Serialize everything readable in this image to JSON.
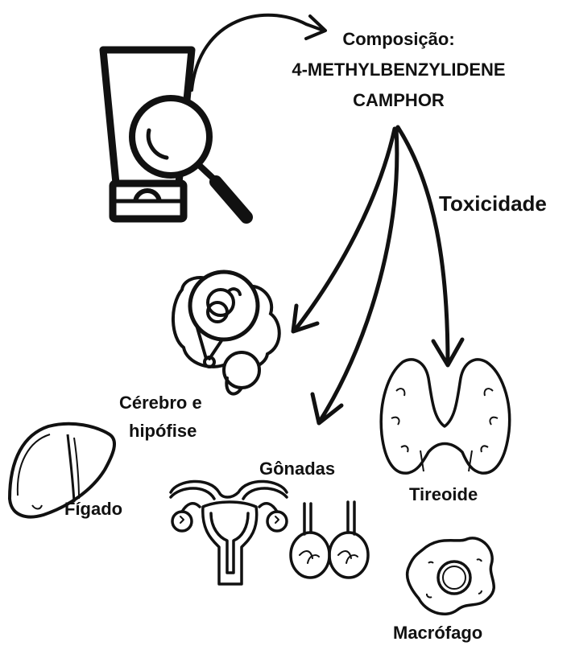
{
  "composition": {
    "line1": "Composição:",
    "line2": "4-METHYLBENZYLIDENE",
    "line3": "CAMPHOR"
  },
  "toxicity_label": "Toxicidade",
  "targets": {
    "brain": {
      "line1": "Cérebro e",
      "line2": "hipófise",
      "icon": "brain-pituitary-icon"
    },
    "liver": {
      "label": "Fígado",
      "icon": "liver-icon"
    },
    "gonads": {
      "label": "Gônadas",
      "icon": "gonads-icon"
    },
    "thyroid": {
      "label": "Tireoide",
      "icon": "thyroid-icon"
    },
    "macrophage": {
      "label": "Macrófago",
      "icon": "macrophage-icon"
    }
  },
  "product": {
    "icon": "sunscreen-tube-icon",
    "magnifier": "magnifying-glass-icon"
  },
  "colors": {
    "ink": "#111111",
    "background": "#ffffff"
  }
}
